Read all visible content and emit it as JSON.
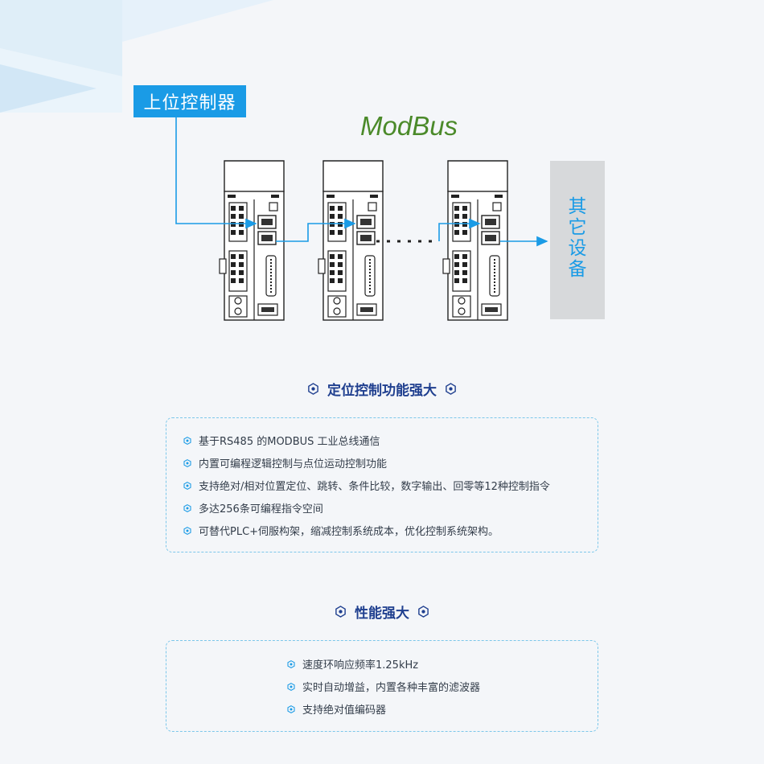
{
  "diagram": {
    "host_label": "上位控制器",
    "protocol_label": "ModBus",
    "other_device_label": [
      "其",
      "它",
      "设",
      "备"
    ]
  },
  "sections": [
    {
      "title": "定位控制功能强大",
      "features": [
        "基于RS485 的MODBUS 工业总线通信",
        "内置可编程逻辑控制与点位运动控制功能",
        "支持绝对/相对位置定位、跳转、条件比较，数字输出、回零等12种控制指令",
        "多达256条可编程指令空间",
        "可替代PLC+伺服构架，缩减控制系统成本，优化控制系统架构。"
      ]
    },
    {
      "title": "性能强大",
      "features": [
        "速度环响应频率1.25kHz",
        "实时自动增益，内置各种丰富的滤波器",
        "支持绝对值编码器"
      ]
    }
  ],
  "colors": {
    "accent_blue": "#1a9be6",
    "title_navy": "#1f3f8f",
    "modbus_green": "#4b8a2a",
    "dashed_border": "#7cc7ea"
  }
}
